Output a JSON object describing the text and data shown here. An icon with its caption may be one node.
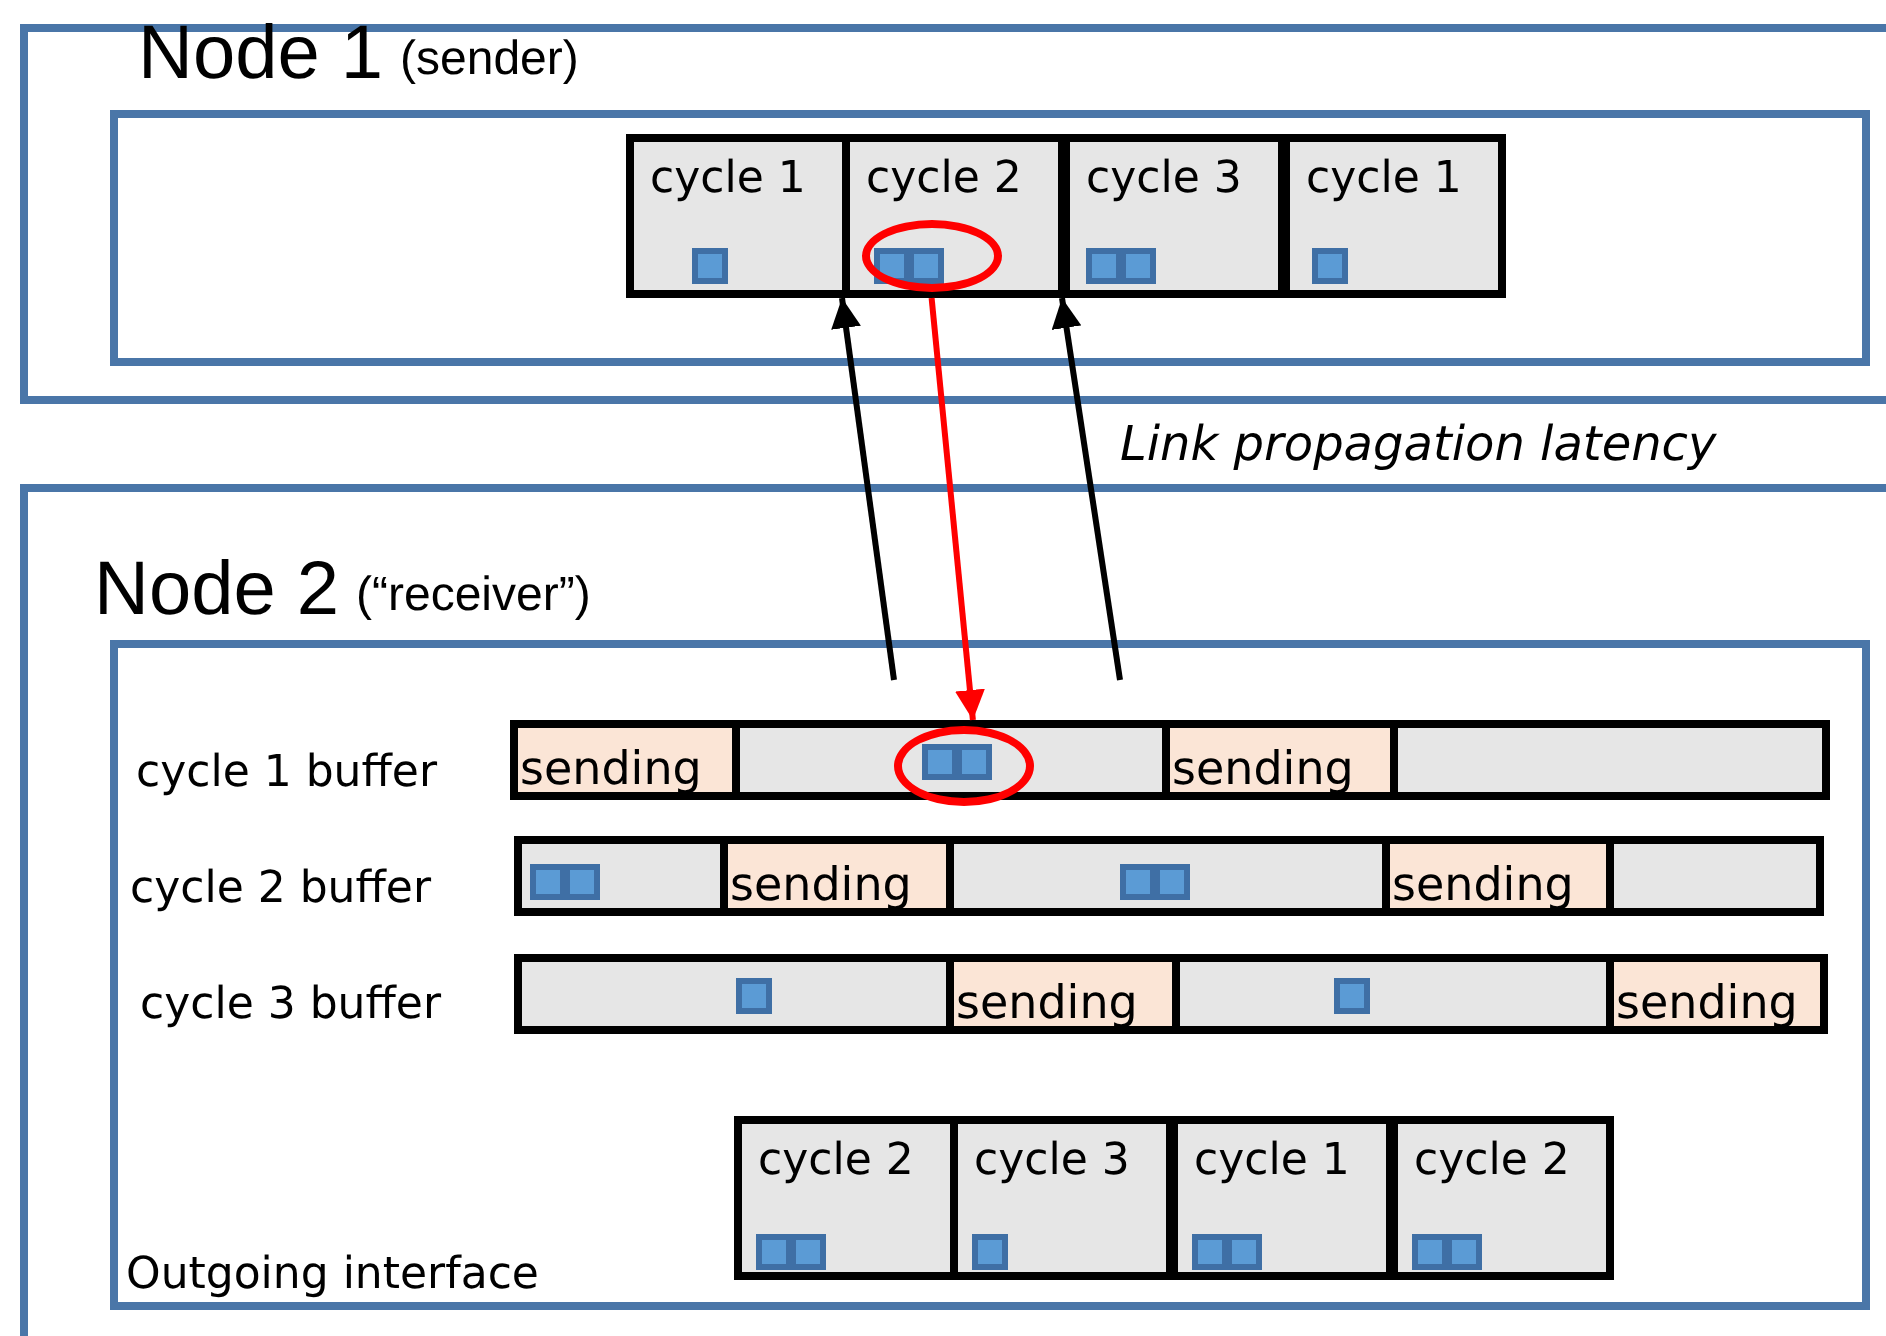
{
  "diagram": {
    "nodes": [
      {
        "text": [
          "Node 1",
          "(sender)"
        ]
      },
      {
        "text": [],
        "shape": "box",
        "in": 0
      },
      {
        "text": [
          "cycle 1"
        ],
        "in": 1
      },
      {
        "text": [
          "cycle 2"
        ],
        "in": 1
      },
      {
        "text": [
          "cycle 3"
        ],
        "in": 1
      },
      {
        "text": [
          "cycle 1"
        ],
        "in": 1
      },
      {
        "text": [
          "Node 2",
          "(“receiver”)"
        ]
      },
      {
        "text": [
          "Outgoing interface"
        ],
        "in": 6
      },
      {
        "text": [
          "sending"
        ],
        "in": 7
      },
      {
        "text": [],
        "shape": "box",
        "in": 7
      },
      {
        "text": [
          "sending"
        ],
        "in": 7
      },
      {
        "text": [],
        "shape": "box",
        "in": 7
      },
      {
        "text": [],
        "shape": "box",
        "in": 7
      },
      {
        "text": [
          "sending"
        ],
        "in": 7
      },
      {
        "text": [],
        "shape": "box",
        "in": 7
      },
      {
        "text": [
          "sending"
        ],
        "in": 7
      },
      {
        "text": [],
        "shape": "box",
        "in": 7
      },
      {
        "text": [],
        "shape": "box",
        "in": 7
      },
      {
        "text": [
          "sending"
        ],
        "in": 7
      },
      {
        "text": [],
        "shape": "box",
        "in": 7
      },
      {
        "text": [
          "sending"
        ],
        "in": 7
      },
      {
        "text": [
          "cycle 2"
        ],
        "in": 7
      },
      {
        "text": [
          "cycle 3"
        ],
        "in": 7
      },
      {
        "text": [
          "cycle 1"
        ],
        "in": 7
      },
      {
        "text": [
          "cycle 2"
        ],
        "in": 7
      }
    ],
    "edges": [
      {
        "from": 3,
        "to": 9,
        "arrow": "to",
        "color": "#ff0000"
      },
      {
        "from": null,
        "to": 3,
        "arrow": "to"
      },
      {
        "from": null,
        "to": 4,
        "arrow": "to"
      }
    ],
    "labels": [
      "Link propagation latency",
      "cycle 1 buffer",
      "cycle 2 buffer",
      "cycle 3 buffer"
    ]
  }
}
